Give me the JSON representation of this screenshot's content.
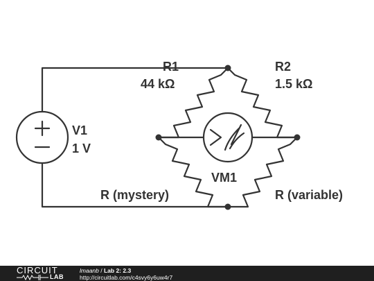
{
  "circuit": {
    "source": {
      "name": "V1",
      "value": "1 V"
    },
    "r1": {
      "name": "R1",
      "value": "44 kΩ"
    },
    "r2": {
      "name": "R2",
      "value": "1.5 kΩ"
    },
    "r3": {
      "name": "R (mystery)"
    },
    "r4": {
      "name": "R (variable)"
    },
    "meter": {
      "name": "VM1"
    }
  },
  "footer": {
    "logo_top": "CIRCUIT",
    "logo_bottom": "LAB",
    "author": "lmaanb",
    "separator": " / ",
    "title": "Lab 2: 2.3",
    "url": "http://circuitlab.com/c4svy6y6uw4r7"
  },
  "colors": {
    "wire": "#333333",
    "label": "#333333",
    "footer_bg": "#1f1f1f",
    "background": "#ffffff"
  }
}
